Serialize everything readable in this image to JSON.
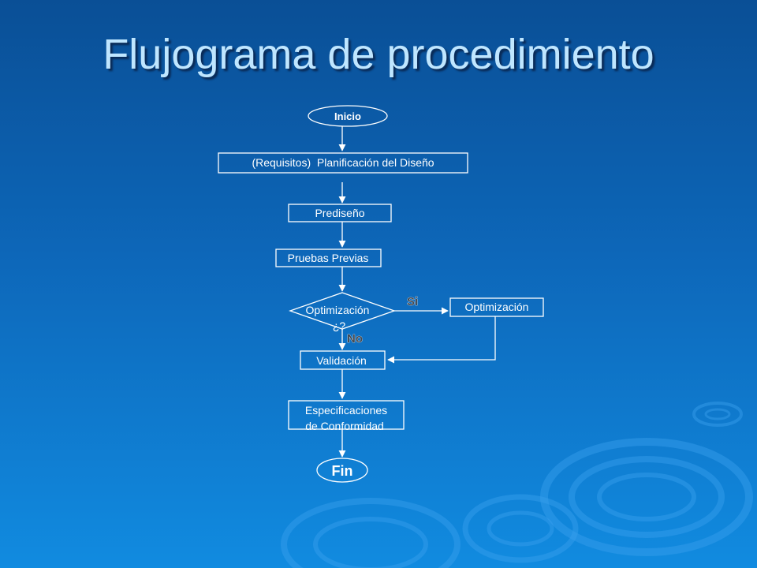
{
  "title": "Flujograma de procedimiento",
  "nodes": {
    "inicio": "Inicio",
    "planificacion": "(Requisitos)  Planificación del Diseño",
    "prediseno": "Prediseño",
    "pruebas": "Pruebas Previas",
    "decision_line1": "Optimización",
    "decision_line2": "¿?",
    "optimizacion": "Optimización",
    "validacion": "Validación",
    "especificaciones_line1": "Especificaciones",
    "especificaciones_line2": "de Conformidad",
    "fin": "Fin"
  },
  "edges": {
    "si": "Si",
    "no": "No"
  },
  "colors": {
    "background_top": "#0a4f96",
    "background_bottom": "#118be0",
    "title": "#bfe6ff",
    "shape_stroke": "#ffffff"
  }
}
